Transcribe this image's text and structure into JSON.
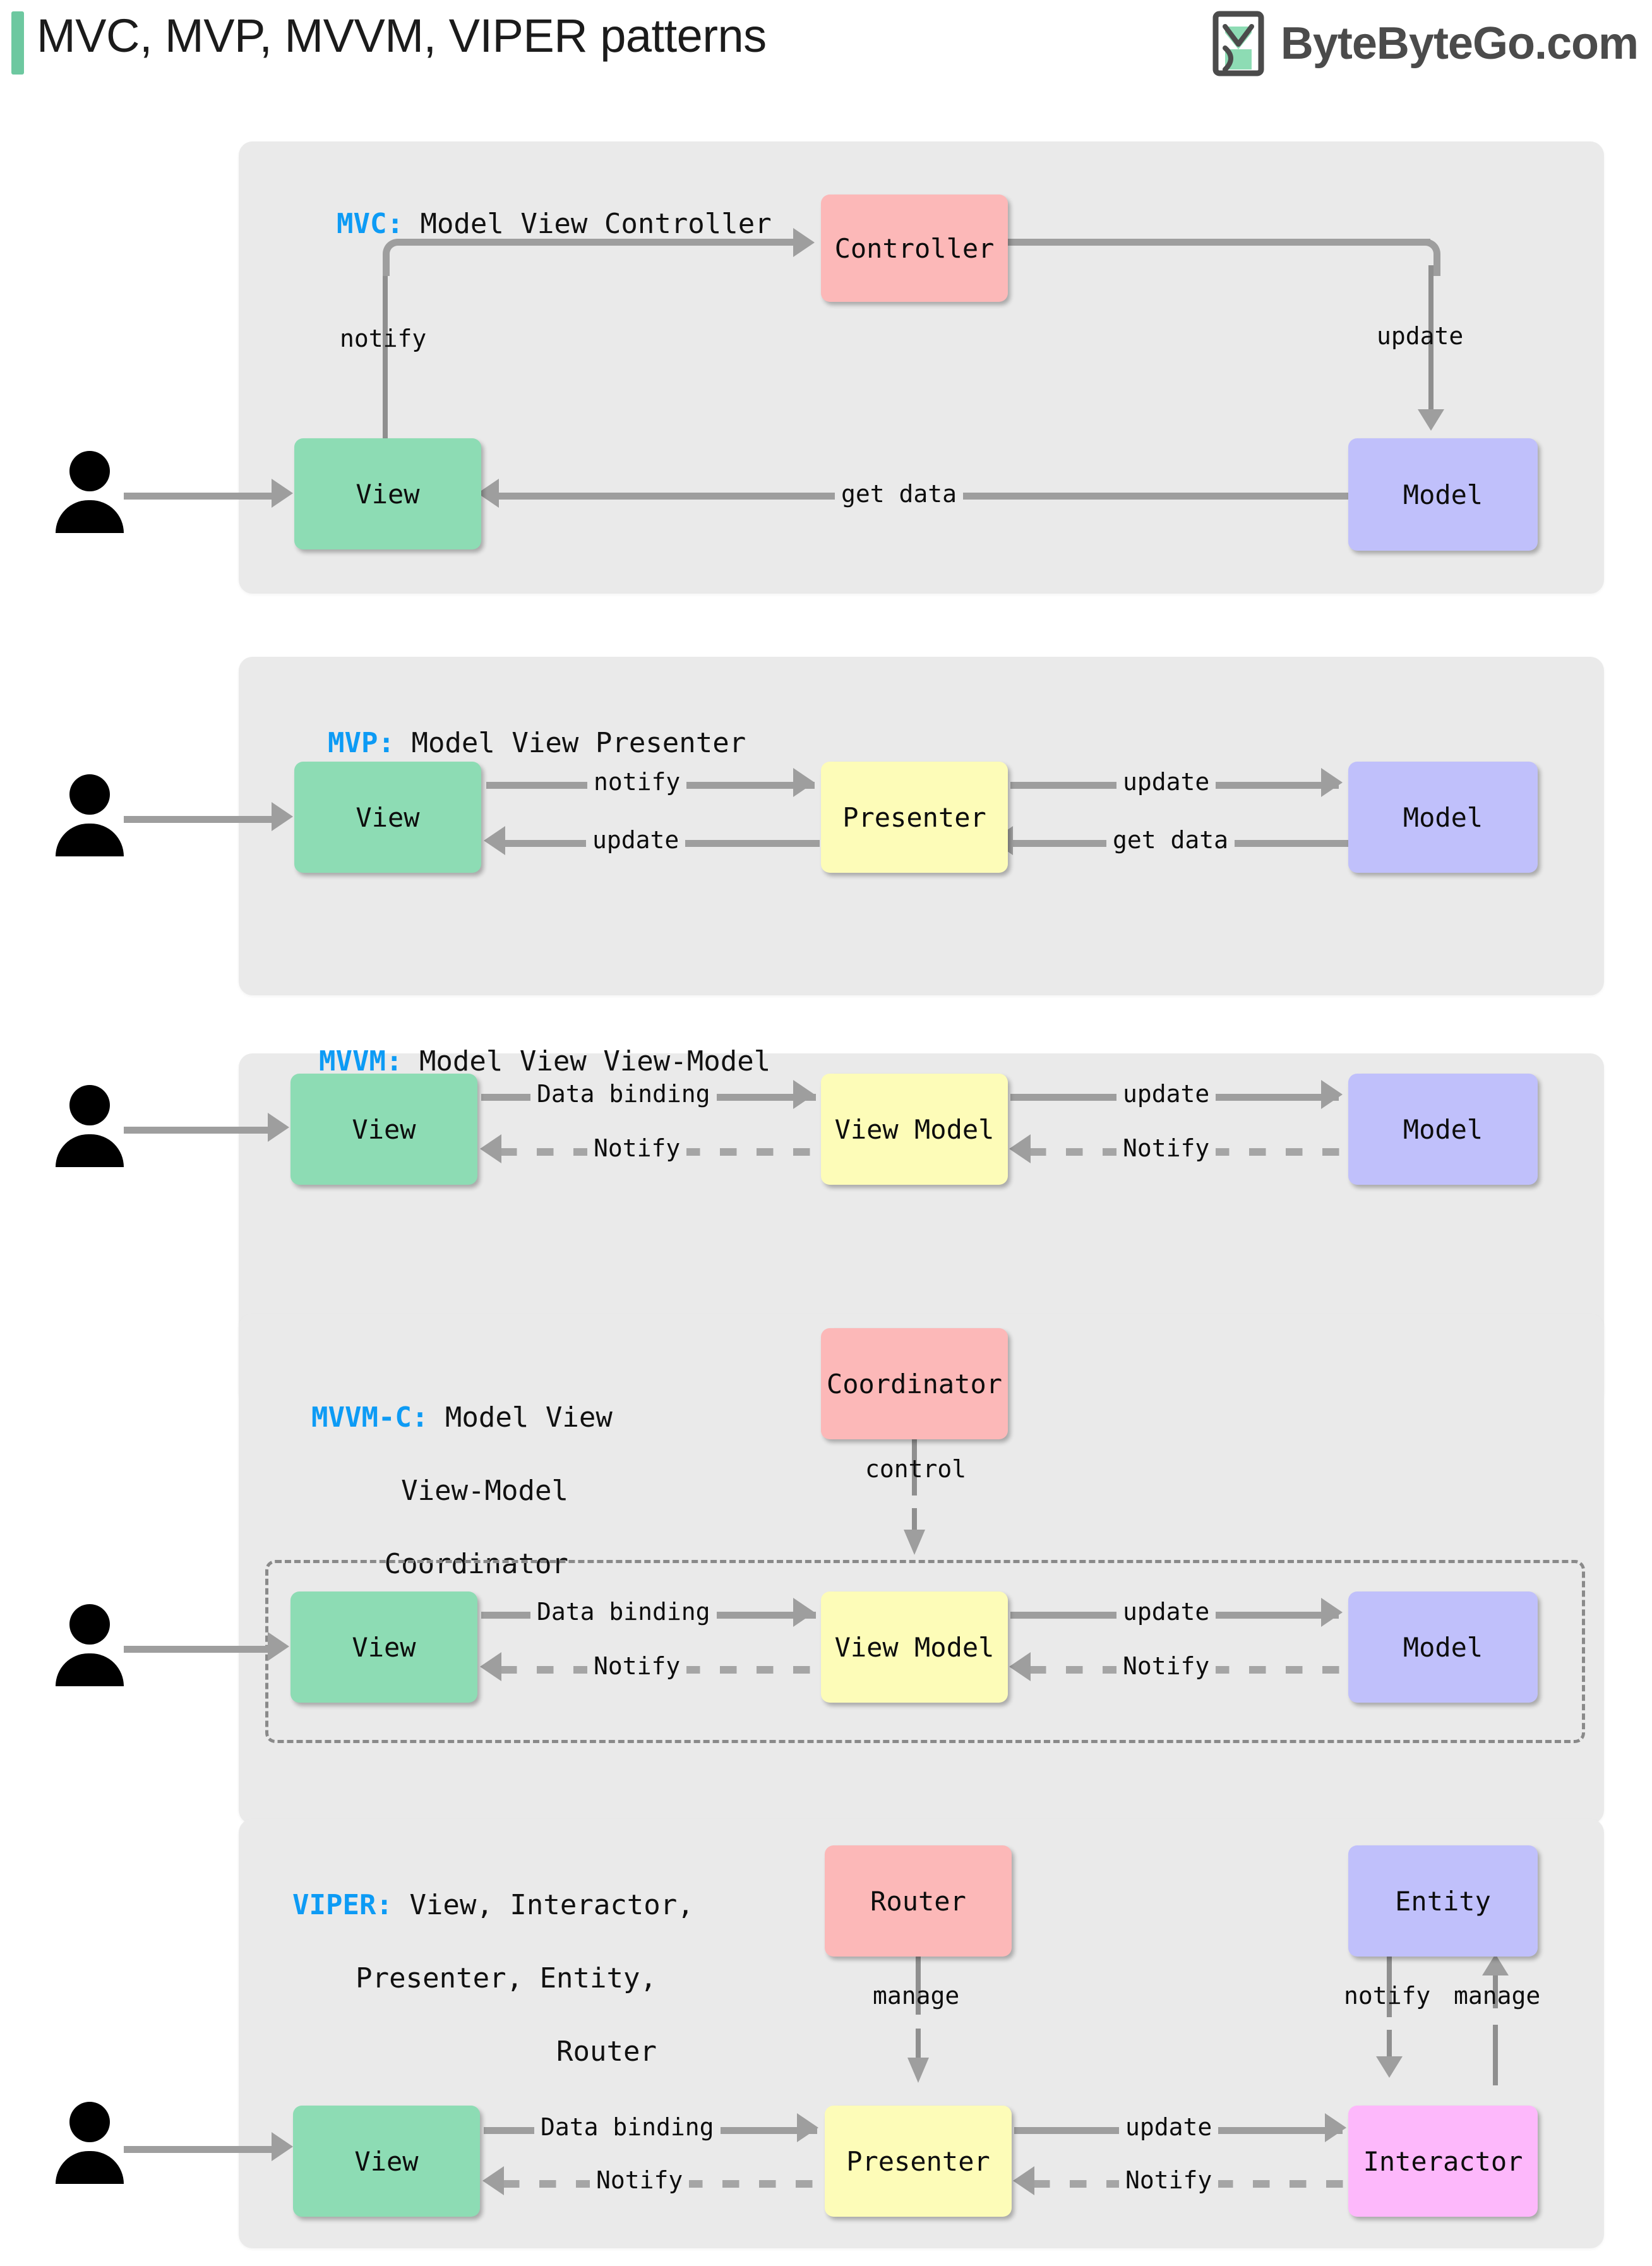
{
  "header": {
    "title": "MVC, MVP, MVVM, VIPER patterns",
    "brand_name": "ByteByteGo.com",
    "brand_logo_icon": "bytebytego-logo-icon",
    "accent_color": "#6dc8a0",
    "title_color": "#1b1b1b",
    "brand_text_color": "#4b4b4b"
  },
  "colors": {
    "panel_bg": "#eaeaea",
    "view": "#8ddcb4",
    "model": "#c0c0fb",
    "controller": "#fcb8b8",
    "viewmodel": "#fdfcb8",
    "interactor": "#fdb8fb",
    "connector": "#9e9e9e",
    "abbr_blue": "#0d9bf5"
  },
  "sections": [
    {
      "id": "mvc",
      "abbr": "MVC:",
      "expansion": "Model View Controller",
      "actor_icon": "person-icon",
      "nodes": [
        {
          "id": "controller",
          "label": "Controller",
          "type": "controller"
        },
        {
          "id": "view",
          "label": "View",
          "type": "view"
        },
        {
          "id": "model",
          "label": "Model",
          "type": "model"
        }
      ],
      "edges": [
        {
          "from": "view",
          "to": "controller",
          "label": "notify",
          "style": "solid"
        },
        {
          "from": "controller",
          "to": "model",
          "label": "update",
          "style": "solid"
        },
        {
          "from": "model",
          "to": "view",
          "label": "get data",
          "style": "solid"
        },
        {
          "from": "actor",
          "to": "view",
          "label": "",
          "style": "solid"
        }
      ]
    },
    {
      "id": "mvp",
      "abbr": "MVP:",
      "expansion": "Model View Presenter",
      "actor_icon": "person-icon",
      "nodes": [
        {
          "id": "view",
          "label": "View",
          "type": "view"
        },
        {
          "id": "presenter",
          "label": "Presenter",
          "type": "viewmodel"
        },
        {
          "id": "model",
          "label": "Model",
          "type": "model"
        }
      ],
      "edges": [
        {
          "from": "view",
          "to": "presenter",
          "label": "notify",
          "style": "solid"
        },
        {
          "from": "presenter",
          "to": "model",
          "label": "update",
          "style": "solid"
        },
        {
          "from": "model",
          "to": "presenter",
          "label": "get data",
          "style": "solid"
        },
        {
          "from": "presenter",
          "to": "view",
          "label": "update",
          "style": "solid"
        },
        {
          "from": "actor",
          "to": "view",
          "label": "",
          "style": "solid"
        }
      ]
    },
    {
      "id": "mvvm",
      "abbr": "MVVM:",
      "expansion": "Model View View-Model",
      "actor_icon": "person-icon",
      "nodes": [
        {
          "id": "view",
          "label": "View",
          "type": "view"
        },
        {
          "id": "viewmodel",
          "label": "View Model",
          "type": "viewmodel"
        },
        {
          "id": "model",
          "label": "Model",
          "type": "model"
        }
      ],
      "edges": [
        {
          "from": "view",
          "to": "viewmodel",
          "label": "Data binding",
          "style": "solid"
        },
        {
          "from": "viewmodel",
          "to": "model",
          "label": "update",
          "style": "solid"
        },
        {
          "from": "viewmodel",
          "to": "view",
          "label": "Notify",
          "style": "dashed"
        },
        {
          "from": "model",
          "to": "viewmodel",
          "label": "Notify",
          "style": "dashed"
        },
        {
          "from": "actor",
          "to": "view",
          "label": "",
          "style": "solid"
        }
      ]
    },
    {
      "id": "mvvmc",
      "abbr": "MVVM-C:",
      "expansion_lines": [
        "Model View",
        "View-Model",
        "Coordinator"
      ],
      "actor_icon": "person-icon",
      "nodes": [
        {
          "id": "coordinator",
          "label": "Coordinator",
          "type": "controller"
        },
        {
          "id": "view",
          "label": "View",
          "type": "view"
        },
        {
          "id": "viewmodel",
          "label": "View Model",
          "type": "viewmodel"
        },
        {
          "id": "model",
          "label": "Model",
          "type": "model"
        }
      ],
      "edges": [
        {
          "from": "coordinator",
          "to": "group",
          "label": "control",
          "style": "solid"
        },
        {
          "from": "view",
          "to": "viewmodel",
          "label": "Data binding",
          "style": "solid"
        },
        {
          "from": "viewmodel",
          "to": "model",
          "label": "update",
          "style": "solid"
        },
        {
          "from": "viewmodel",
          "to": "view",
          "label": "Notify",
          "style": "dashed"
        },
        {
          "from": "model",
          "to": "viewmodel",
          "label": "Notify",
          "style": "dashed"
        },
        {
          "from": "actor",
          "to": "view",
          "label": "",
          "style": "solid"
        }
      ],
      "grouping_box": "dashed"
    },
    {
      "id": "viper",
      "abbr": "VIPER:",
      "expansion_lines": [
        "View, Interactor,",
        "Presenter, Entity,",
        "Router"
      ],
      "actor_icon": "person-icon",
      "nodes": [
        {
          "id": "router",
          "label": "Router",
          "type": "controller"
        },
        {
          "id": "entity",
          "label": "Entity",
          "type": "model"
        },
        {
          "id": "view",
          "label": "View",
          "type": "view"
        },
        {
          "id": "presenter",
          "label": "Presenter",
          "type": "viewmodel"
        },
        {
          "id": "interactor",
          "label": "Interactor",
          "type": "interactor"
        }
      ],
      "edges": [
        {
          "from": "router",
          "to": "presenter",
          "label": "manage",
          "style": "solid"
        },
        {
          "from": "entity",
          "to": "interactor",
          "label": "notify",
          "style": "solid"
        },
        {
          "from": "interactor",
          "to": "entity",
          "label": "manage",
          "style": "solid"
        },
        {
          "from": "view",
          "to": "presenter",
          "label": "Data binding",
          "style": "solid"
        },
        {
          "from": "presenter",
          "to": "interactor",
          "label": "update",
          "style": "solid"
        },
        {
          "from": "presenter",
          "to": "view",
          "label": "Notify",
          "style": "dashed"
        },
        {
          "from": "interactor",
          "to": "presenter",
          "label": "Notify",
          "style": "dashed"
        },
        {
          "from": "actor",
          "to": "view",
          "label": "",
          "style": "solid"
        }
      ]
    }
  ]
}
